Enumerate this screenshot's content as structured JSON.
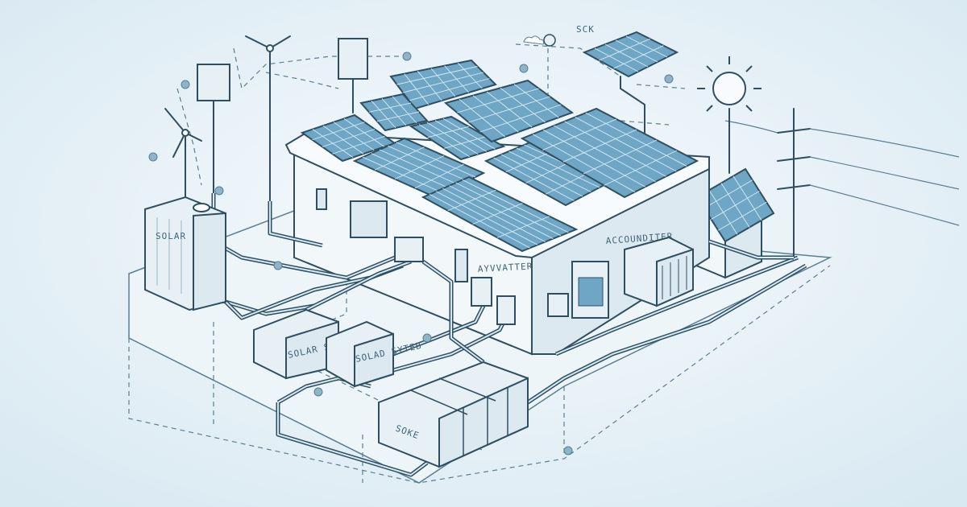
{
  "labels": {
    "sky": "SCK",
    "tank": "SOLAR",
    "inverter": "AYVVATTER",
    "accumulator": "ACCOUNDITER",
    "battery_left": "SOLAR SOTTEF",
    "battery_mid": "SOLAD SYTEB",
    "battery_bank": "SOKE"
  },
  "colors": {
    "background": "#e9f2f7",
    "panel": "#6fa6c6",
    "outline": "#2f4f60"
  }
}
